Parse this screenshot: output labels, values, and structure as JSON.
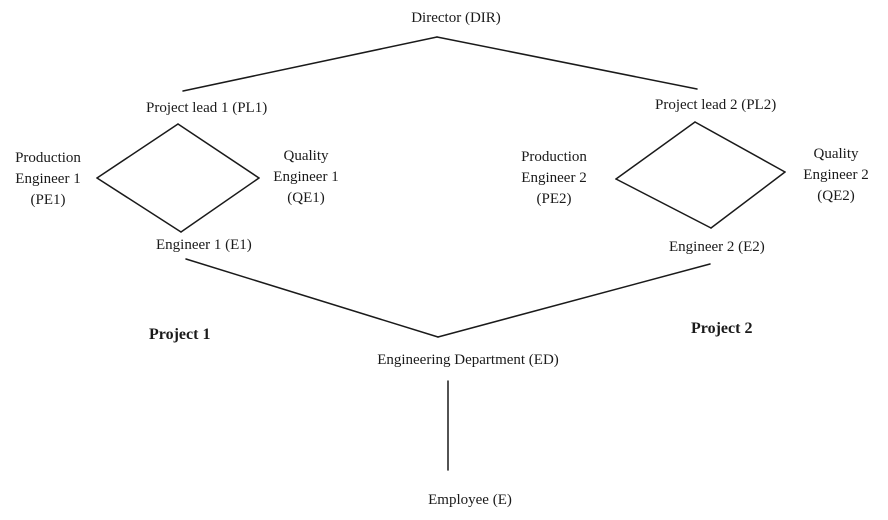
{
  "nodes": {
    "dir": "Director (DIR)",
    "pl1": "Project lead 1 (PL1)",
    "pl2": "Project lead 2 (PL2)",
    "pe1": [
      "Production",
      "Engineer 1",
      "(PE1)"
    ],
    "qe1": [
      "Quality",
      "Engineer 1",
      "(QE1)"
    ],
    "pe2": [
      "Production",
      "Engineer 2",
      "(PE2)"
    ],
    "qe2": [
      "Quality",
      "Engineer 2",
      "(QE2)"
    ],
    "e1": "Engineer 1 (E1)",
    "e2": "Engineer 2 (E2)",
    "ed": "Engineering Department (ED)",
    "emp": "Employee (E)"
  },
  "projects": {
    "p1": "Project 1",
    "p2": "Project 2"
  }
}
